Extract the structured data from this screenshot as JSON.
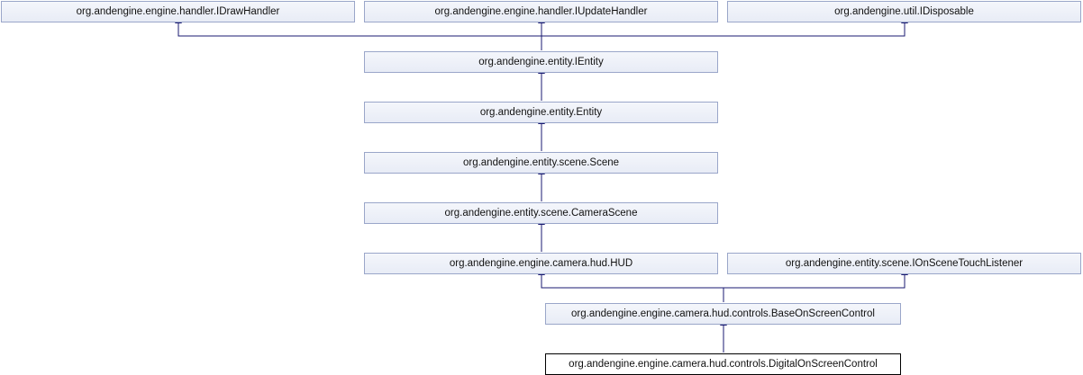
{
  "colors": {
    "edge": "#191970",
    "node_border": "#9aa6c9",
    "node_fill": "#e8ecf6",
    "current_border": "#000000"
  },
  "nodes": {
    "idrawhandler": "org.andengine.engine.handler.IDrawHandler",
    "iupdatehandler": "org.andengine.engine.handler.IUpdateHandler",
    "idisposable": "org.andengine.util.IDisposable",
    "ientity": "org.andengine.entity.IEntity",
    "entity": "org.andengine.entity.Entity",
    "scene": "org.andengine.entity.scene.Scene",
    "camerascene": "org.andengine.entity.scene.CameraScene",
    "hud": "org.andengine.engine.camera.hud.HUD",
    "ionscenetouchlistener": "org.andengine.entity.scene.IOnSceneTouchListener",
    "baseonscreencontrol": "org.andengine.engine.camera.hud.controls.BaseOnScreenControl",
    "digitalonscreencontrol": "org.andengine.engine.camera.hud.controls.DigitalOnScreenControl"
  }
}
